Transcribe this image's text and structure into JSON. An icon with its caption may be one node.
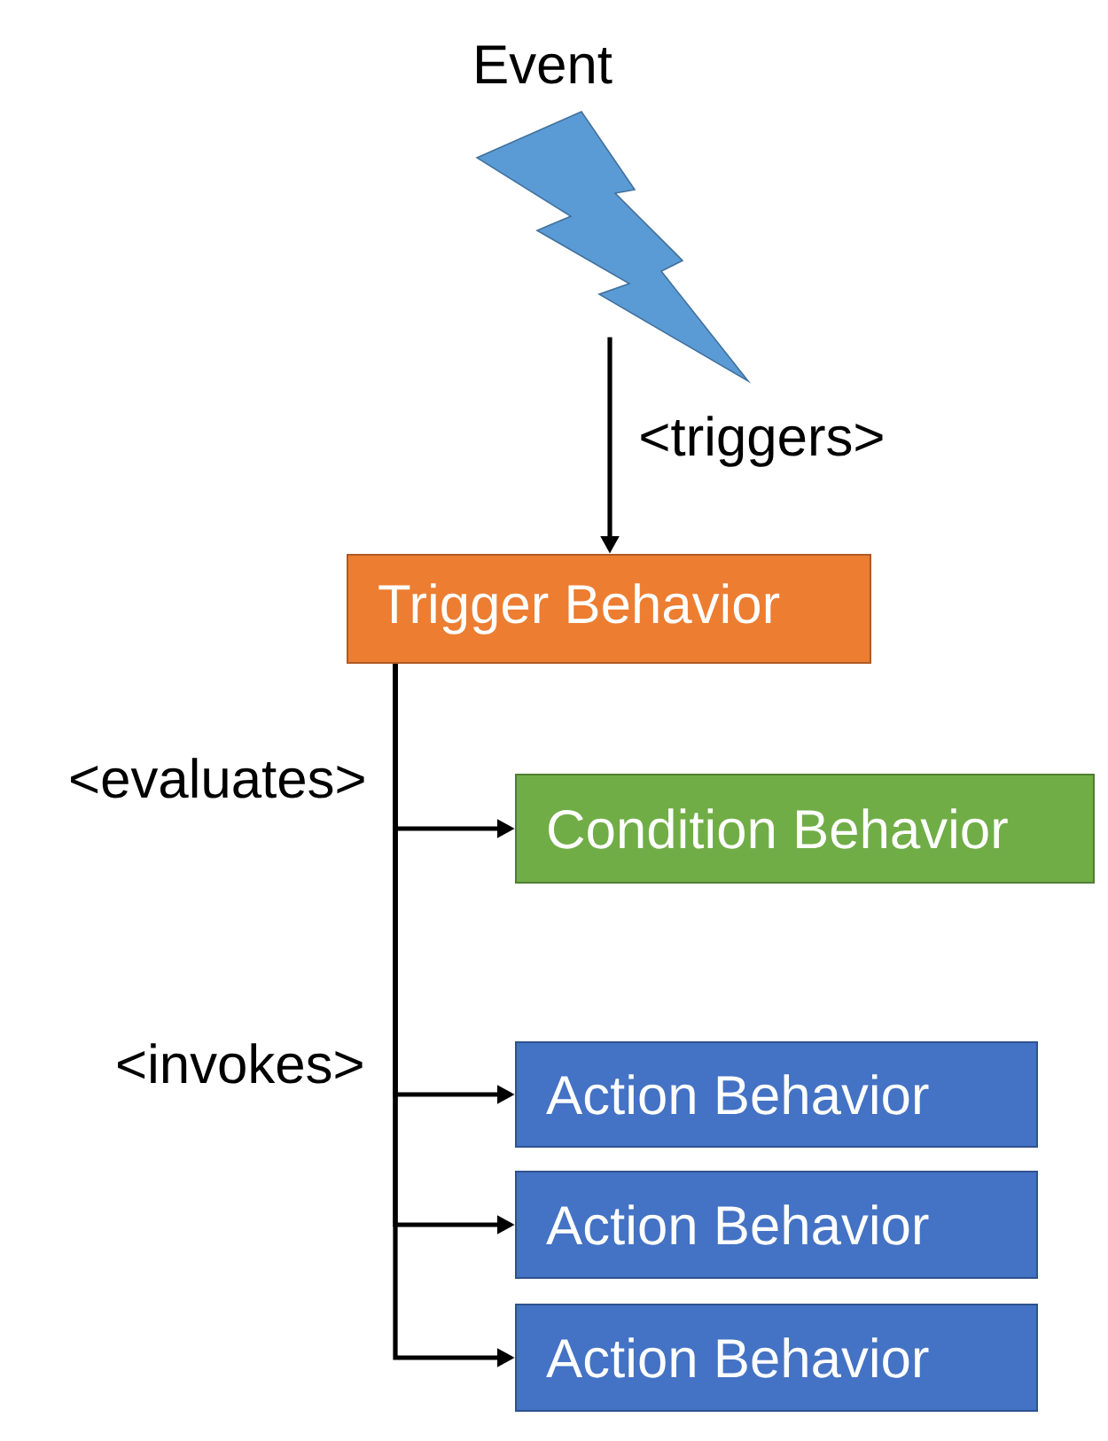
{
  "diagram": {
    "nodes": [
      {
        "text": [
          "Event"
        ]
      },
      {
        "text": [
          "Trigger Behavior"
        ]
      },
      {
        "text": [
          "Condition Behavior"
        ]
      },
      {
        "text": [
          "Action Behavior"
        ]
      },
      {
        "text": [
          "Action Behavior"
        ]
      },
      {
        "text": [
          "Action Behavior"
        ]
      }
    ],
    "edges": [
      {
        "from": 0,
        "to": 1,
        "arrow": "to",
        "label": "<triggers>"
      },
      {
        "from": 1,
        "to": 2,
        "arrow": "to",
        "label": "<evaluates>"
      },
      {
        "from": 1,
        "to": 3,
        "arrow": "to",
        "label": "<invokes>"
      },
      {
        "from": 1,
        "to": 4,
        "arrow": "to"
      },
      {
        "from": 1,
        "to": 5,
        "arrow": "to"
      }
    ]
  }
}
